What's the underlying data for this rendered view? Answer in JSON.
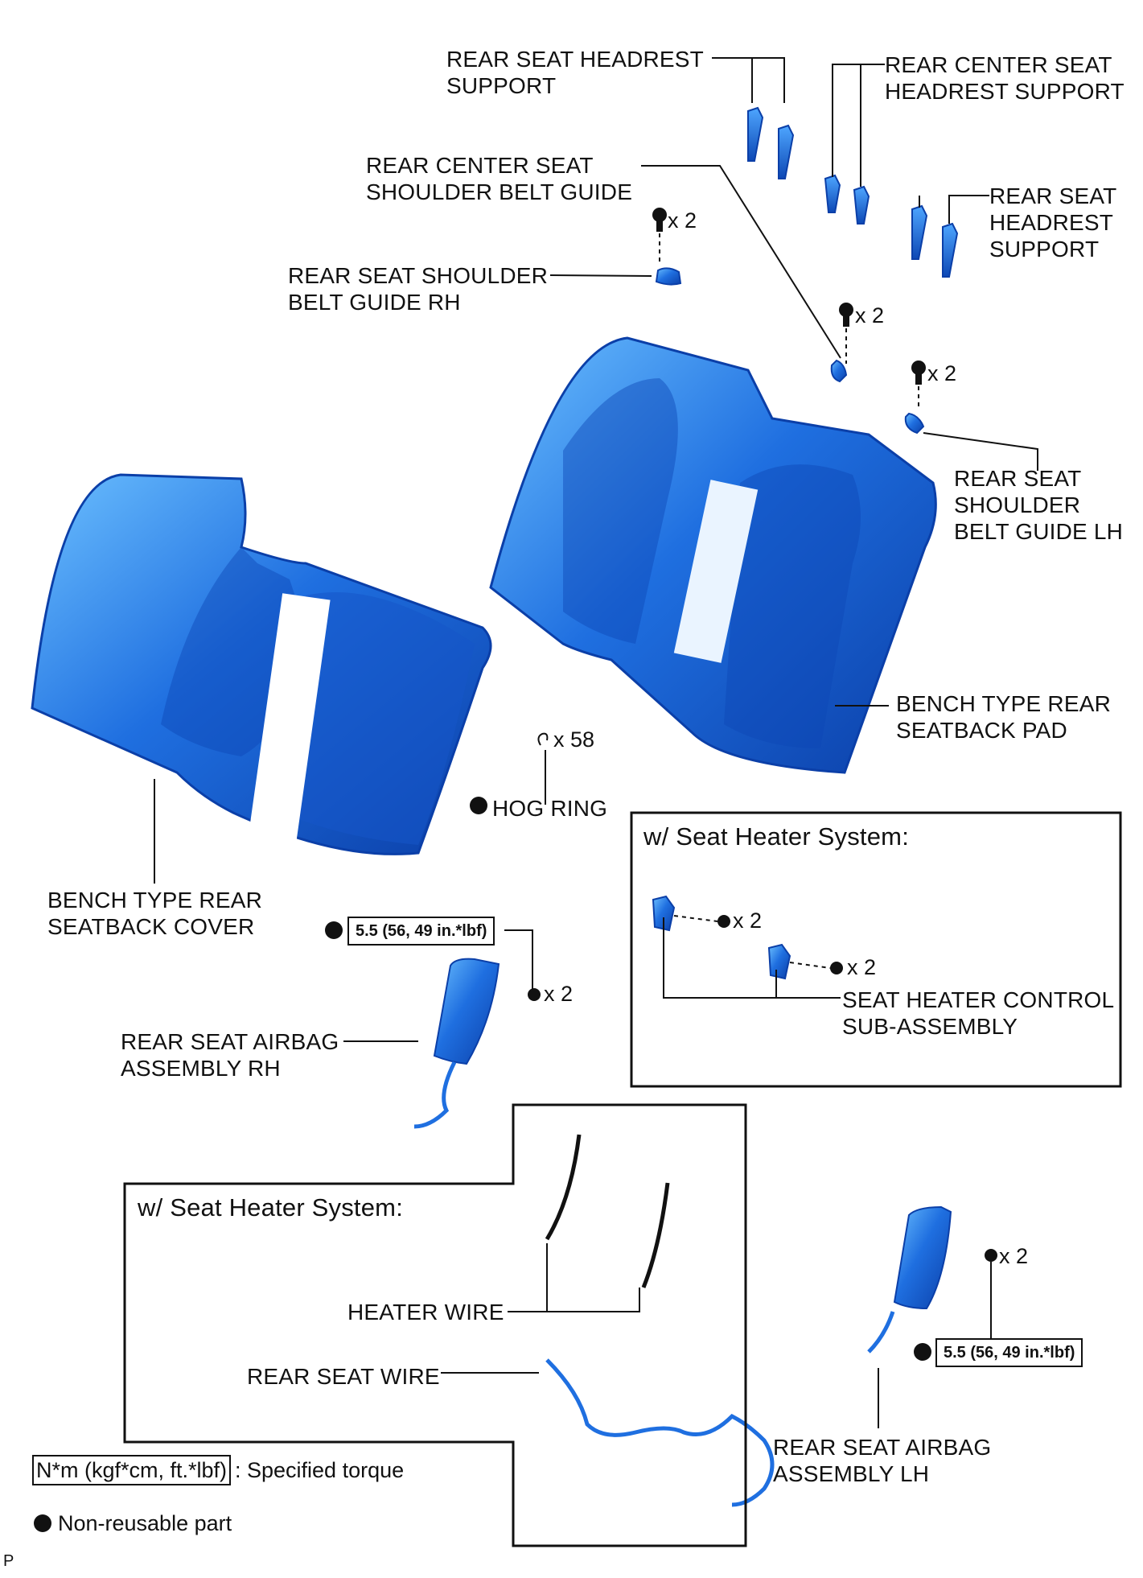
{
  "labels": {
    "rear_seat_headrest_support_1": "REAR SEAT HEADREST\nSUPPORT",
    "rear_center_seat_headrest_support": "REAR CENTER SEAT\nHEADREST SUPPORT",
    "rear_center_seat_shoulder_belt_guide": "REAR CENTER SEAT\nSHOULDER BELT GUIDE",
    "rear_seat_headrest_support_2": "REAR SEAT\nHEADREST\nSUPPORT",
    "rear_seat_shoulder_belt_guide_rh": "REAR SEAT SHOULDER\nBELT GUIDE RH",
    "rear_seat_shoulder_belt_guide_lh": "REAR SEAT\nSHOULDER\nBELT GUIDE LH",
    "bench_type_rear_seatback_pad": "BENCH TYPE REAR\nSEATBACK PAD",
    "hog_ring": "HOG RING",
    "bench_type_rear_seatback_cover": "BENCH TYPE REAR\nSEATBACK COVER",
    "rear_seat_airbag_assembly_rh": "REAR SEAT AIRBAG\nASSEMBLY RH",
    "seat_heater_control_sub_assembly": "SEAT HEATER CONTROL\nSUB-ASSEMBLY",
    "heater_wire": "HEATER WIRE",
    "rear_seat_wire": "REAR SEAT WIRE",
    "rear_seat_airbag_assembly_lh": "REAR SEAT AIRBAG\nASSEMBLY LH"
  },
  "quantities": {
    "belt_guide_rh_bolts": "x 2",
    "center_belt_guide_bolts": "x 2",
    "belt_guide_lh_bolts": "x 2",
    "hog_rings": "x 58",
    "airbag_rh_nuts": "x 2",
    "heater_control_screws_1": "x 2",
    "heater_control_screws_2": "x 2",
    "airbag_lh_nuts": "x 2"
  },
  "torques": {
    "airbag_rh": "5.5 (56, 49 in.*lbf)",
    "airbag_lh": "5.5 (56, 49 in.*lbf)"
  },
  "boxes": {
    "seat_heater_system_1": "w/ Seat Heater System:",
    "seat_heater_system_2": "w/ Seat Heater System:"
  },
  "legend": {
    "torque_unit": "N*m (kgf*cm, ft.*lbf)",
    "torque_desc": ": Specified torque",
    "non_reusable": "Non-reusable part"
  },
  "footer": {
    "code": "P"
  },
  "colors": {
    "part_fill": "#1f6fe0",
    "part_dark": "#0b3fa8",
    "part_light": "#5fb0ff",
    "line": "#111111"
  }
}
